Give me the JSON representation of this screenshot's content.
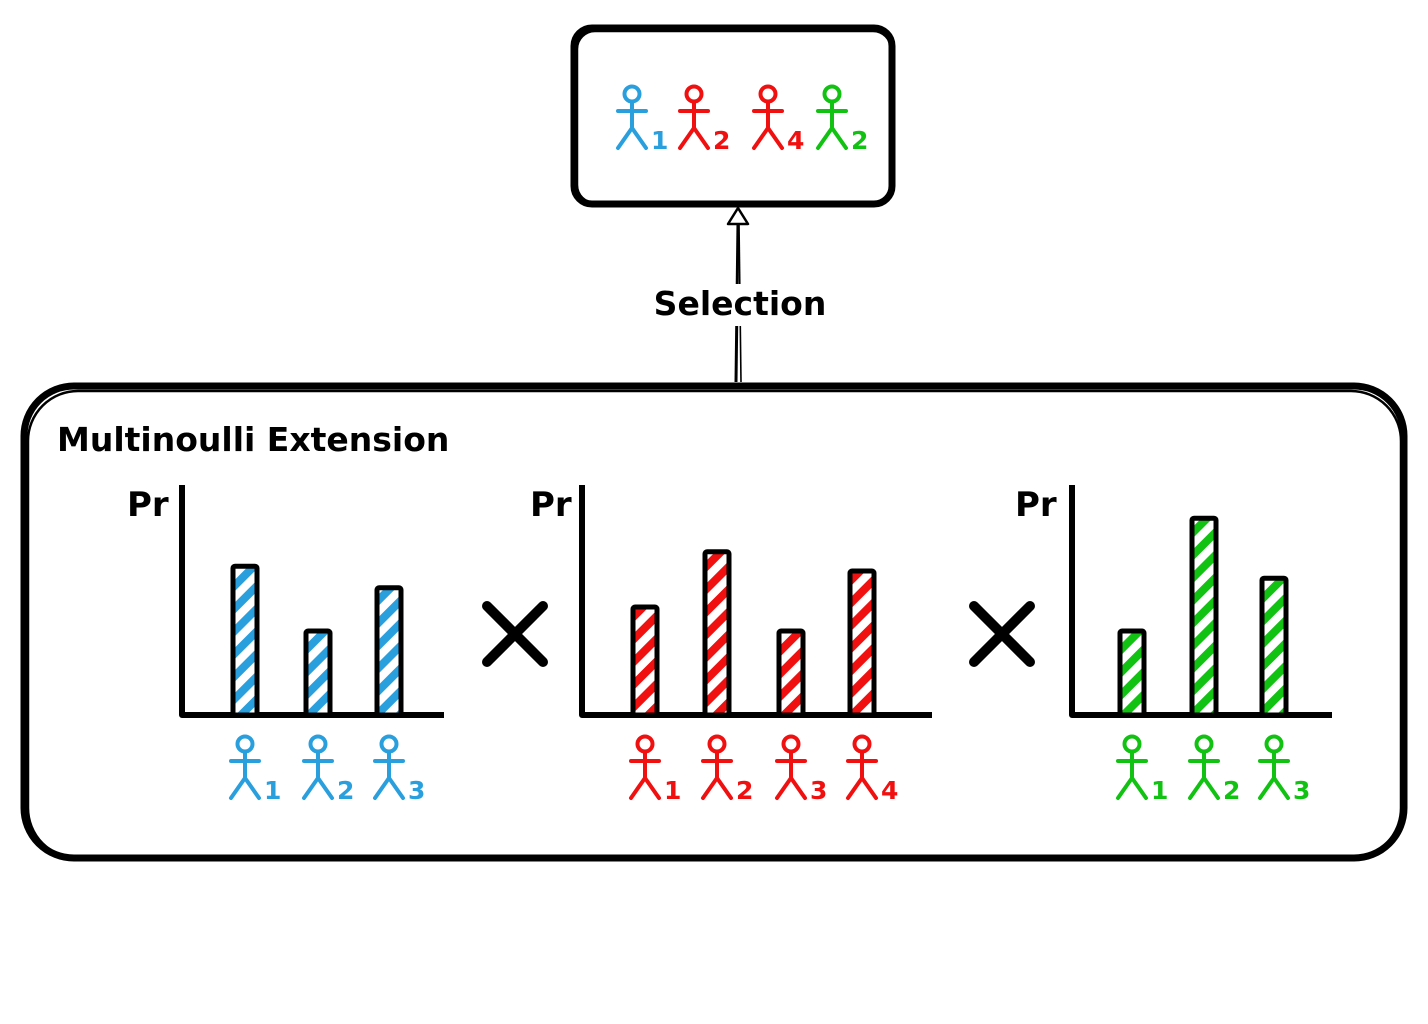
{
  "colors": {
    "blue": "#2a9fde",
    "red": "#f01010",
    "green": "#12c212",
    "ink": "#000000"
  },
  "selection_box": {
    "agents": [
      {
        "color": "blue",
        "subscript": "1",
        "icon": "person-icon"
      },
      {
        "color": "red",
        "subscript": "2",
        "icon": "person-icon"
      },
      {
        "color": "red",
        "subscript": "4",
        "icon": "person-icon"
      },
      {
        "color": "green",
        "subscript": "2",
        "icon": "person-icon"
      }
    ]
  },
  "arrow_label": "Selection",
  "extension_box": {
    "title": "Multinoulli Extension"
  },
  "operator_icon": "multiply-icon",
  "chart_data": [
    {
      "type": "bar",
      "ylabel": "Pr",
      "color": "blue",
      "categories": [
        "1",
        "2",
        "3"
      ],
      "values": [
        0.62,
        0.35,
        0.53
      ],
      "ylim": [
        0,
        1
      ]
    },
    {
      "type": "bar",
      "ylabel": "Pr",
      "color": "red",
      "categories": [
        "1",
        "2",
        "3",
        "4"
      ],
      "values": [
        0.45,
        0.68,
        0.35,
        0.6
      ],
      "ylim": [
        0,
        1
      ]
    },
    {
      "type": "bar",
      "ylabel": "Pr",
      "color": "green",
      "categories": [
        "1",
        "2",
        "3"
      ],
      "values": [
        0.35,
        0.82,
        0.57
      ],
      "ylim": [
        0,
        1
      ]
    }
  ]
}
